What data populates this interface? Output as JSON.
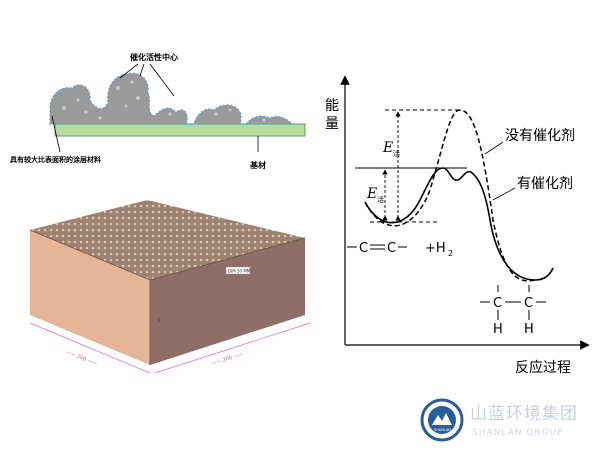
{
  "coating_diagram": {
    "active_center_label": "催化活性中心",
    "coating_material_label": "具有较大比表面积的涂层材料",
    "substrate_label": "基材"
  },
  "block_render": {
    "tag_label": "DIM 30 MM",
    "dim_front": "—— 200 ——",
    "dim_side": "—— 200 ——"
  },
  "energy_diagram": {
    "y_axis_label_1": "能",
    "y_axis_label_2": "量",
    "x_axis_label": "反应过程",
    "curve_uncatalyzed_label": "没有催化剂",
    "curve_catalyzed_label": "有催化剂",
    "ea_symbol": "E",
    "ea_subscript": "活",
    "reactants": {
      "c": "C",
      "bond": "═",
      "plus_h2": "+H",
      "h2_sub": "2"
    },
    "product": {
      "c": "C",
      "h": "H"
    }
  },
  "branding": {
    "company_cn": "山蓝环境集团",
    "company_en": "SHANLAN GROUP",
    "logo_text": "SHANLAN"
  },
  "colors": {
    "substrate_green": "#b6dca2",
    "coating_grey": "#9a9a9a",
    "dot_blue": "#4aa3d8",
    "block_top": "#9d8270",
    "block_front": "#e6b597",
    "block_side": "#8e6e67",
    "brand_blue": "#2a5e9a"
  }
}
